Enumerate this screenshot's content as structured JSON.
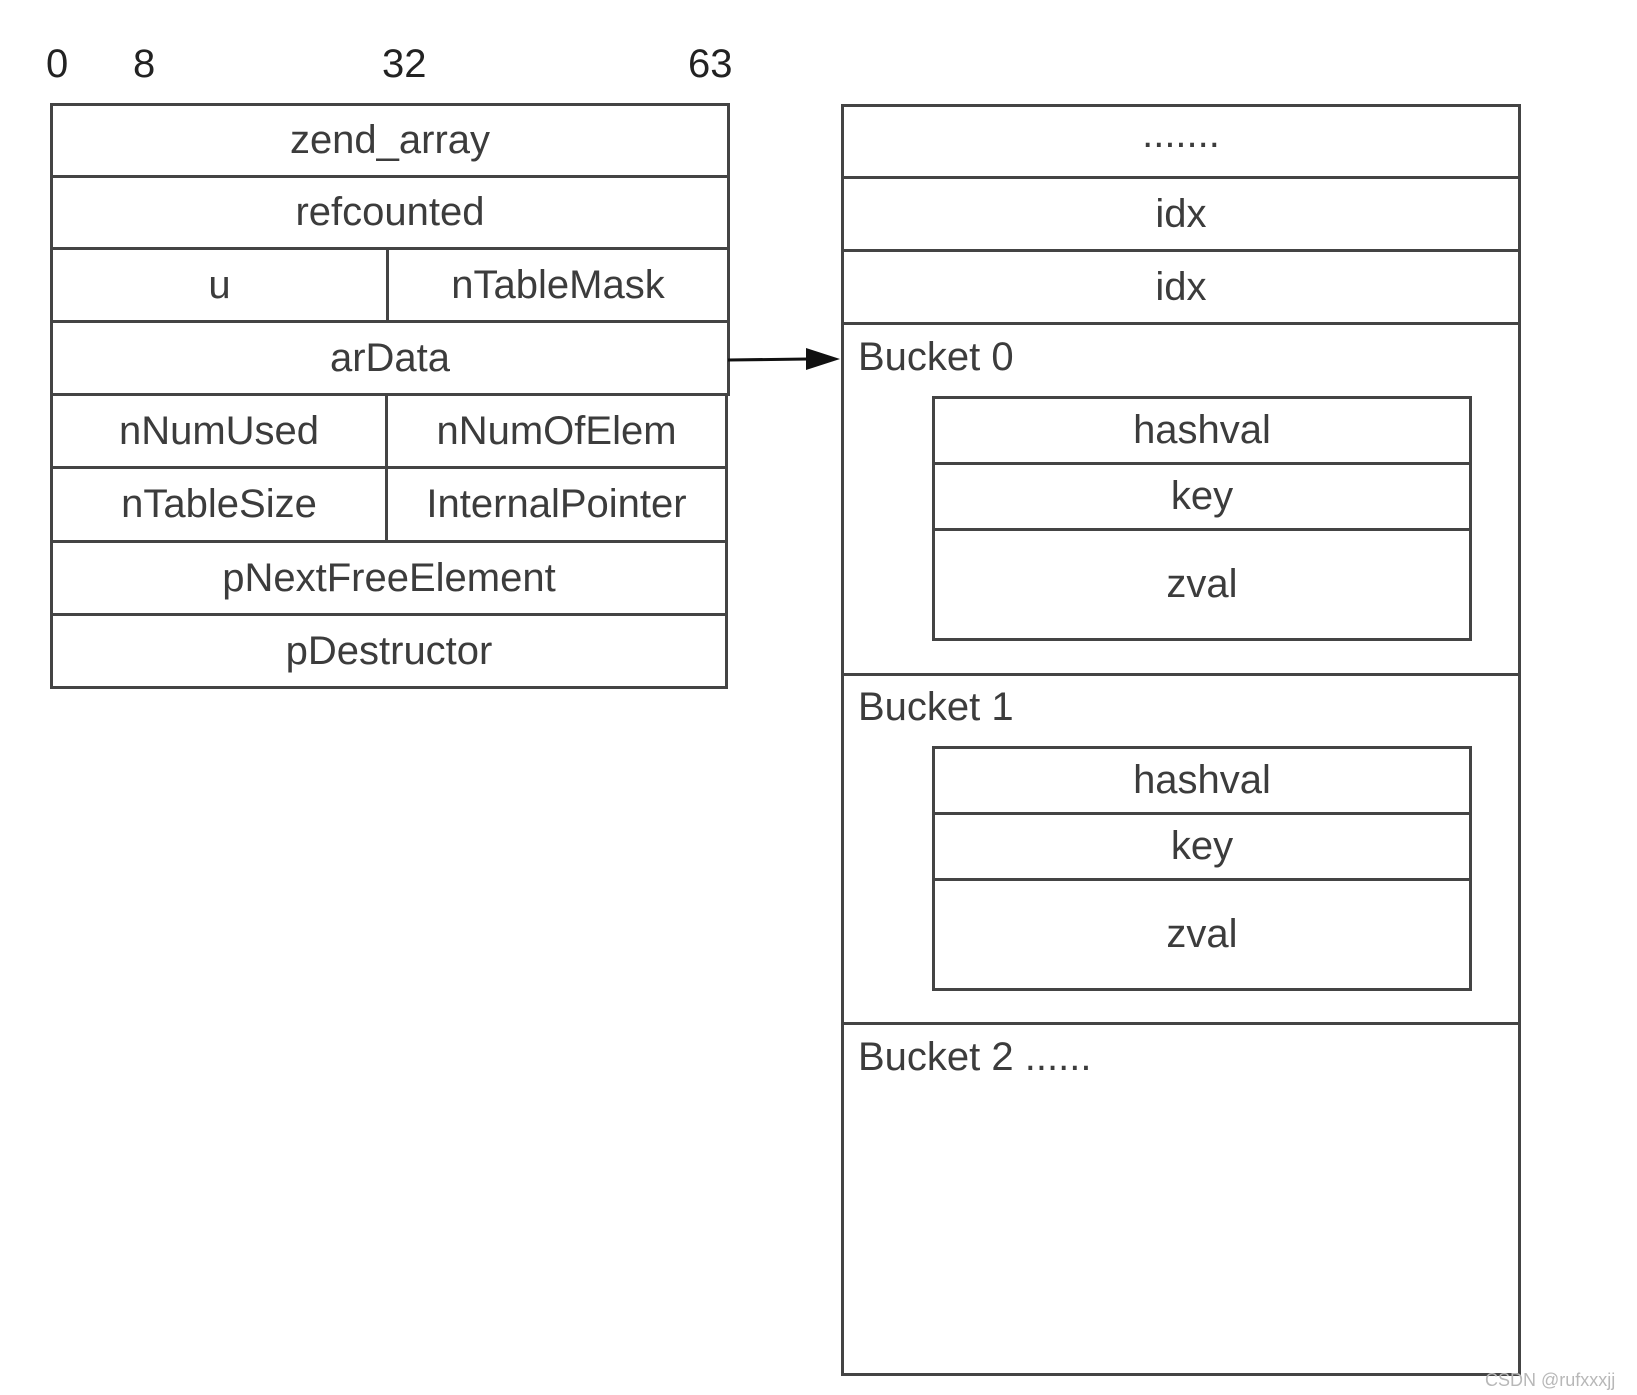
{
  "bit_scale": [
    "0",
    "8",
    "32",
    "63"
  ],
  "struct": {
    "title": "zend_array",
    "refcounted": "refcounted",
    "u": "u",
    "nTableMask": "nTableMask",
    "arData": "arData",
    "nNumUsed": "nNumUsed",
    "nNumOfElem": "nNumOfElem",
    "nTableSize": "nTableSize",
    "internalPointer": "InternalPointer",
    "pNextFreeElement": "pNextFreeElement",
    "pDestructor": "pDestructor"
  },
  "data_area": {
    "ellipsis": ".......",
    "idx_1": "idx",
    "idx_2": "idx",
    "buckets": [
      {
        "label": "Bucket 0",
        "hashval": "hashval",
        "key": "key",
        "zval": "zval"
      },
      {
        "label": "Bucket 1",
        "hashval": "hashval",
        "key": "key",
        "zval": "zval"
      },
      {
        "label": "Bucket 2 ......"
      }
    ]
  },
  "watermark": "CSDN @rufxxxjj"
}
